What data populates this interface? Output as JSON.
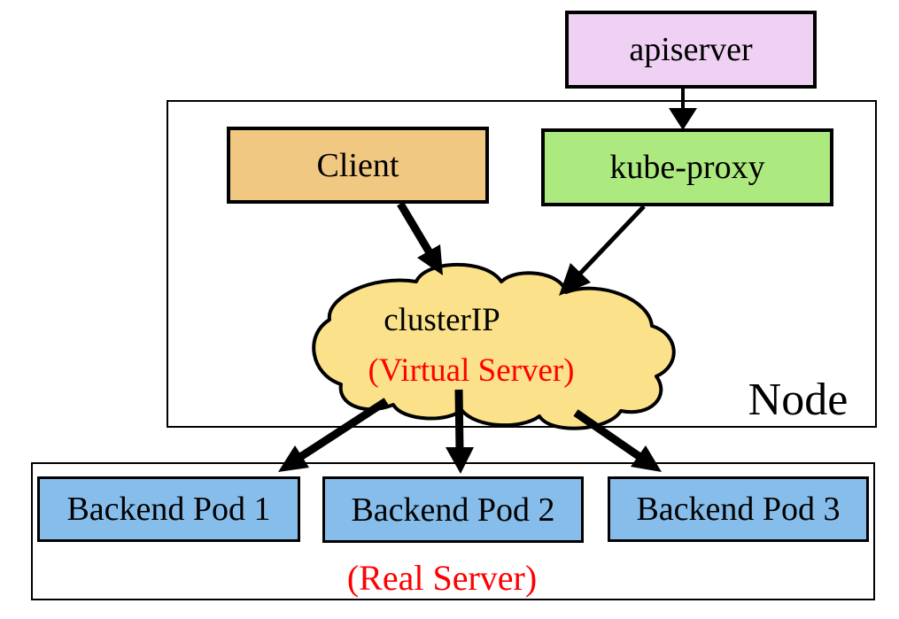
{
  "diagram": {
    "nodes": {
      "apiserver": {
        "label": "apiserver",
        "fill": "#EFD1F3"
      },
      "client": {
        "label": "Client",
        "fill": "#F1C881"
      },
      "kube_proxy": {
        "label": "kube-proxy",
        "fill": "#ACE97E"
      },
      "cluster_ip": {
        "label": "clusterIP",
        "sublabel": "(Virtual Server)",
        "fill": "#FAE18A",
        "sublabel_color": "#FF0000"
      },
      "node": {
        "label": "Node"
      },
      "backend_pod_fill": "#87BDEA",
      "backend_pods": [
        {
          "label": "Backend Pod 1"
        },
        {
          "label": "Backend Pod 2"
        },
        {
          "label": "Backend Pod 3"
        }
      ],
      "real_server": {
        "label": "(Real Server)",
        "color": "#FF0000"
      }
    },
    "edges": [
      {
        "from": "apiserver",
        "to": "kube-proxy"
      },
      {
        "from": "Client",
        "to": "clusterIP"
      },
      {
        "from": "kube-proxy",
        "to": "clusterIP"
      },
      {
        "from": "clusterIP",
        "to": "Backend Pod 1"
      },
      {
        "from": "clusterIP",
        "to": "Backend Pod 2"
      },
      {
        "from": "clusterIP",
        "to": "Backend Pod 3"
      }
    ],
    "line_color": "#000000"
  }
}
